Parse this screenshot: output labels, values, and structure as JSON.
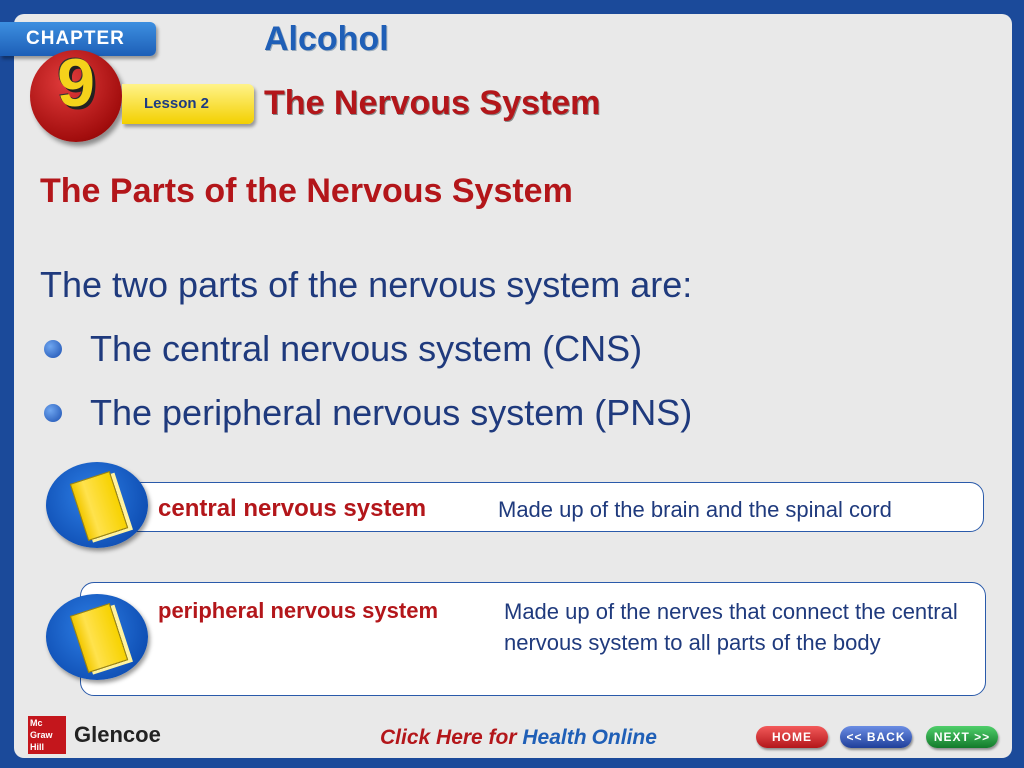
{
  "header": {
    "chapter_label": "CHAPTER",
    "chapter_number": "9",
    "lesson_label": "Lesson 2",
    "chapter_title": "Alcohol",
    "lesson_title": "The Nervous System"
  },
  "main": {
    "page_title": "The Parts of the Nervous System",
    "intro": "The two parts of the nervous system are:",
    "bullets": [
      "The central nervous system (CNS)",
      "The peripheral nervous system (PNS)"
    ]
  },
  "vocabulary": [
    {
      "term": "central nervous system",
      "definition": "Made up of the brain and the spinal cord"
    },
    {
      "term": "peripheral nervous system",
      "definition": "Made up of the nerves that connect the central nervous system to all parts of the body"
    }
  ],
  "footer": {
    "publisher_logo": "Mc Graw Hill",
    "publisher_name": "Glencoe",
    "link_prefix": "Click Here for ",
    "link_health": "Health",
    "link_online": "Online",
    "home_label": "HOME",
    "back_label": "<< BACK",
    "next_label": "NEXT >>"
  },
  "colors": {
    "frame": "#1b4a9a",
    "title_red": "#b3161a",
    "body_blue": "#1f3a7d",
    "chapter_blue": "#1f5fb7",
    "book_yellow": "#f3c800"
  },
  "icons": [
    "book-icon",
    "bullet-dot"
  ]
}
